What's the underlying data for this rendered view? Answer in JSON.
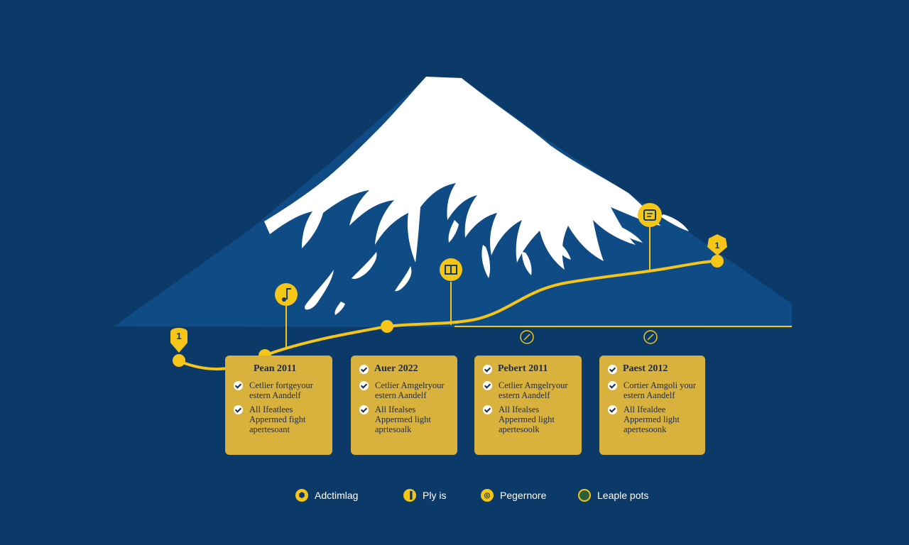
{
  "milestones": {
    "start_badge": "1",
    "end_badge": "1"
  },
  "cards": [
    {
      "title": "Pean 2011",
      "items": [
        {
          "line1": "Cetlier fortgeyour",
          "line2": "estern Aandelf"
        },
        {
          "line1": "All Ifeatlees",
          "line2": "Appermed fight",
          "line3": "apertesoant"
        }
      ]
    },
    {
      "title": "Auer 2022",
      "items": [
        {
          "line1": "Cetlier Amgelryour",
          "line2": "estern Aandelf"
        },
        {
          "line1": "All Ifealses",
          "line2": "Appermed light",
          "line3": "aprtesoalk"
        }
      ]
    },
    {
      "title": "Pebert 2011",
      "items": [
        {
          "line1": "Cetlier Amgelryour",
          "line2": "estern Aandelf"
        },
        {
          "line1": "All Ifealses",
          "line2": "Appermed light",
          "line3": "apertesoolk"
        }
      ]
    },
    {
      "title": "Paest 2012",
      "items": [
        {
          "line1": "Cortier Amgoli your",
          "line2": "estern Aandelf"
        },
        {
          "line1": "All Ifealdee",
          "line2": "Appermed light",
          "line3": "apertesoonk"
        }
      ]
    }
  ],
  "legend": [
    {
      "label": "Adctimlag",
      "icon": "hexagon-icon"
    },
    {
      "label": "Ply is",
      "icon": "chart-icon"
    },
    {
      "label": "Pegernore",
      "icon": "globe-icon"
    },
    {
      "label": "Leaple pots",
      "icon": "dot-icon"
    }
  ],
  "colors": {
    "background": "#0b3a69",
    "mountain": "#0f4c86",
    "snow": "#ffffff",
    "path": "#f5c518",
    "card": "#d9b23e"
  }
}
